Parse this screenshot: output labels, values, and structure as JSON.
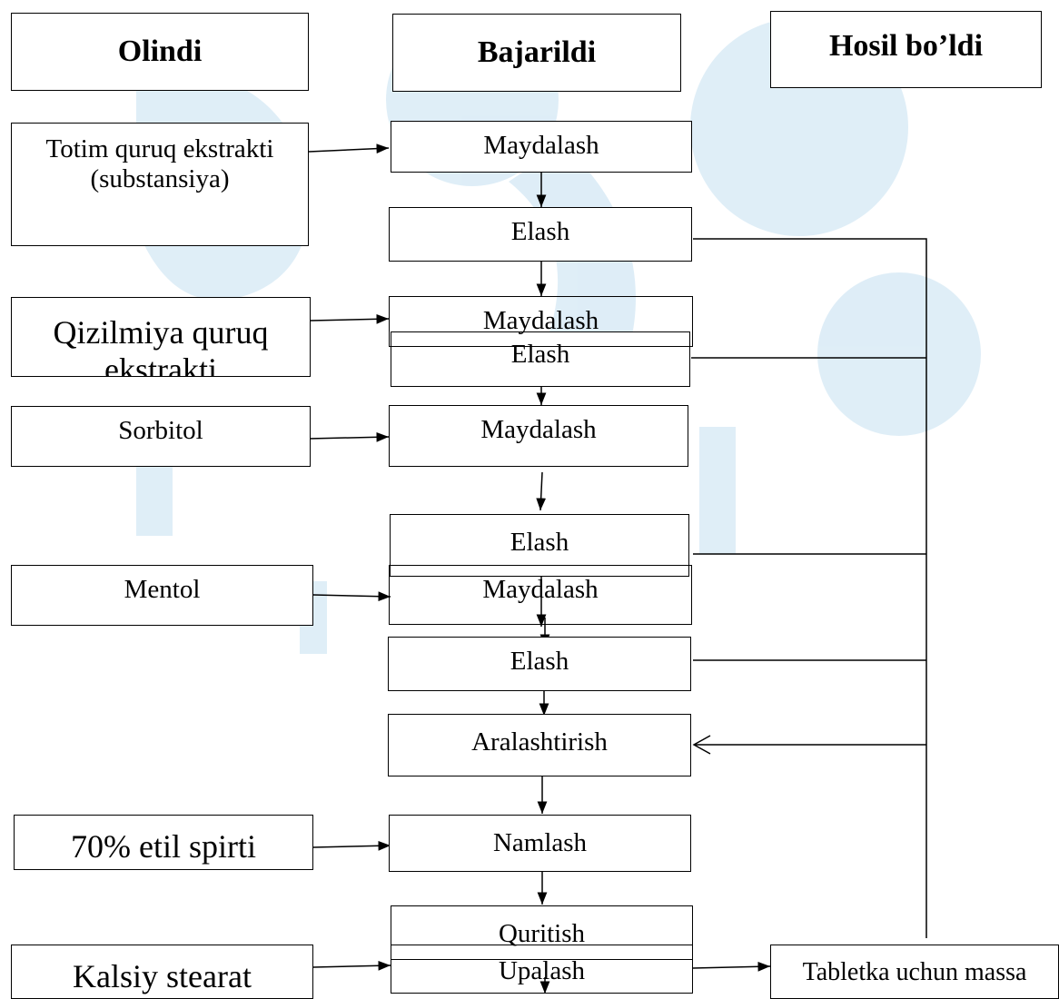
{
  "headers": {
    "inputs": "Olindi",
    "actions": "Bajarildi",
    "outputs": "Hosil bo’ldi"
  },
  "inputs": {
    "totim": "Totim quruq ekstrakti (substansiya)",
    "qizilmiya": "Qizilmiya quruq ekstrakti",
    "sorbitol": "Sorbitol",
    "mentol": "Mentol",
    "spirt": "70% etil spirti",
    "kalsiy": "Kalsiy stearat"
  },
  "steps": {
    "maydalash_1": "Maydalash",
    "elash_1": "Elash",
    "maydalash_2": "Maydalash",
    "elash_2": "Elash",
    "maydalash_3": "Maydalash",
    "elash_3": "Elash",
    "maydalash_4": "Maydalash",
    "elash_4": "Elash",
    "aralashtirish": "Aralashtirish",
    "namlash": "Namlash",
    "quritish": "Quritish",
    "upalash": "Upalash"
  },
  "outputs": {
    "tabletka": "Tabletka uchun massa"
  },
  "colors": {
    "line": "#000000",
    "watermark": "#7fb4d8"
  }
}
